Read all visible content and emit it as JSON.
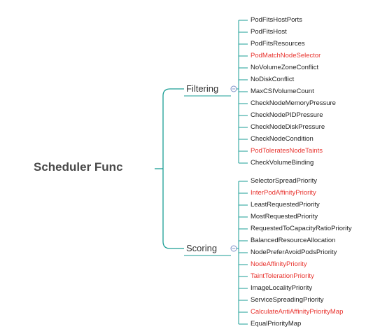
{
  "colors": {
    "line": "#1a9e95",
    "normal_text": "#222222",
    "highlight_text": "#e8332e",
    "collapse_icon": "#7b8fc7"
  },
  "root": {
    "label": "Scheduler Func"
  },
  "branches": [
    {
      "label": "Filtering",
      "items": [
        {
          "label": "PodFitsHostPorts",
          "highlight": false
        },
        {
          "label": "PodFitsHost",
          "highlight": false
        },
        {
          "label": "PodFitsResources",
          "highlight": false
        },
        {
          "label": "PodMatchNodeSelector",
          "highlight": true
        },
        {
          "label": "NoVolumeZoneConflict",
          "highlight": false
        },
        {
          "label": "NoDiskConflict",
          "highlight": false
        },
        {
          "label": "MaxCSIVolumeCount",
          "highlight": false
        },
        {
          "label": "CheckNodeMemoryPressure",
          "highlight": false
        },
        {
          "label": "CheckNodePIDPressure",
          "highlight": false
        },
        {
          "label": "CheckNodeDiskPressure",
          "highlight": false
        },
        {
          "label": "CheckNodeCondition",
          "highlight": false
        },
        {
          "label": "PodToleratesNodeTaints",
          "highlight": true
        },
        {
          "label": "CheckVolumeBinding",
          "highlight": false
        }
      ]
    },
    {
      "label": "Scoring",
      "items": [
        {
          "label": "SelectorSpreadPriority",
          "highlight": false
        },
        {
          "label": "InterPodAffinityPriority",
          "highlight": true
        },
        {
          "label": "LeastRequestedPriority",
          "highlight": false
        },
        {
          "label": "MostRequestedPriority",
          "highlight": false
        },
        {
          "label": "RequestedToCapacityRatioPriority",
          "highlight": false
        },
        {
          "label": "BalancedResourceAllocation",
          "highlight": false
        },
        {
          "label": "NodePreferAvoidPodsPriority",
          "highlight": false
        },
        {
          "label": "NodeAffinityPriority",
          "highlight": true
        },
        {
          "label": "TaintTolerationPriority",
          "highlight": true
        },
        {
          "label": "ImageLocalityPriority",
          "highlight": false
        },
        {
          "label": "ServiceSpreadingPriority",
          "highlight": false
        },
        {
          "label": "CalculateAntiAffinityPriorityMap",
          "highlight": true
        },
        {
          "label": "EqualPriorityMap",
          "highlight": false
        }
      ]
    }
  ]
}
